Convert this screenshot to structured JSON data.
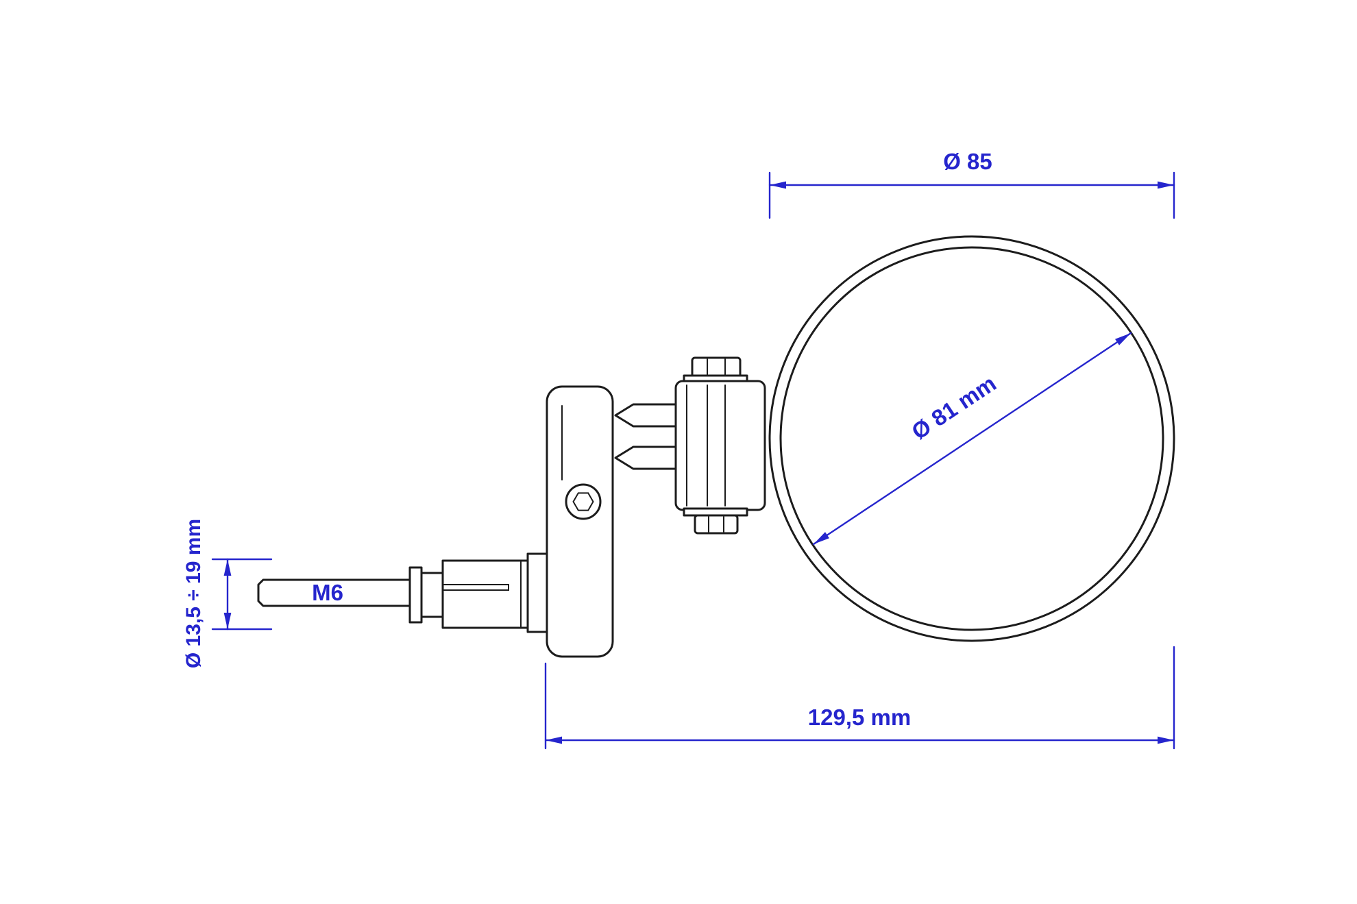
{
  "drawing": {
    "labels": {
      "mirror_outer_diameter": "Ø 85",
      "mirror_glass_diameter": "Ø 81 mm",
      "clamp_diameter_range": "Ø 13,5 ÷ 19 mm",
      "overall_length": "129,5 mm",
      "stem_thread": "M6"
    },
    "colors": {
      "dimension_blue": "#2525cd",
      "outline_black": "#1c1c1c",
      "background": "#ffffff"
    }
  }
}
